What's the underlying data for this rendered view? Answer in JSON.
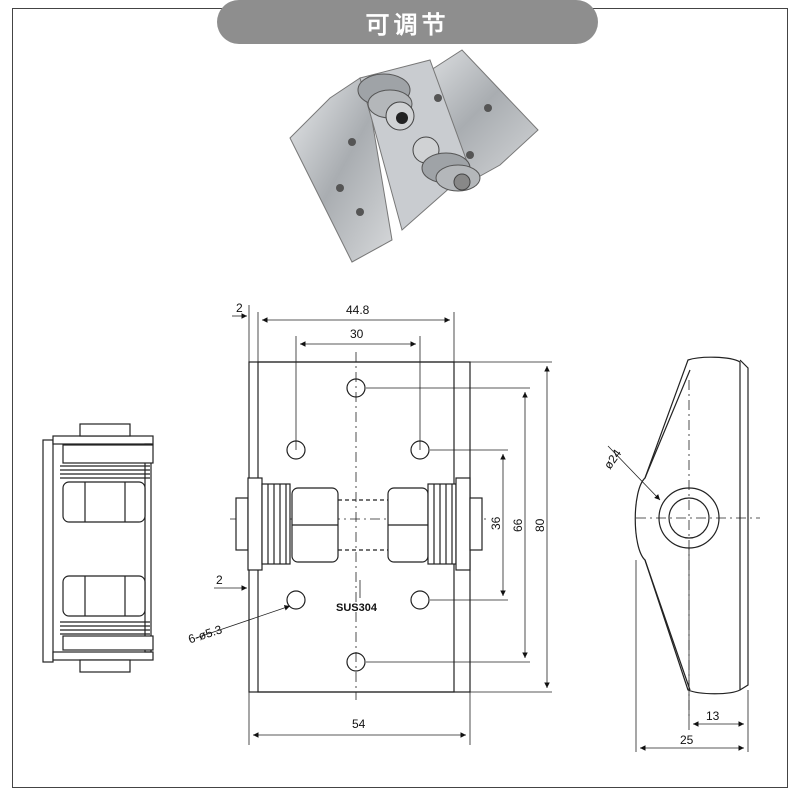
{
  "title": "可调节",
  "material": "SUS304",
  "front_view": {
    "overall_width": "44.8",
    "inner_width": "30",
    "offset_top": "2",
    "offset_side": "2",
    "hole_spec": "6-ø5.3",
    "base_width": "54",
    "height_inner": "36",
    "height_mid": "66",
    "height_total": "80"
  },
  "side_view": {
    "diameter": "ø24",
    "dim_small": "13",
    "dim_total": "25"
  },
  "colors": {
    "title_bg": "#8e8e8e",
    "line": "#222222",
    "metal": "#b9bcbf"
  }
}
